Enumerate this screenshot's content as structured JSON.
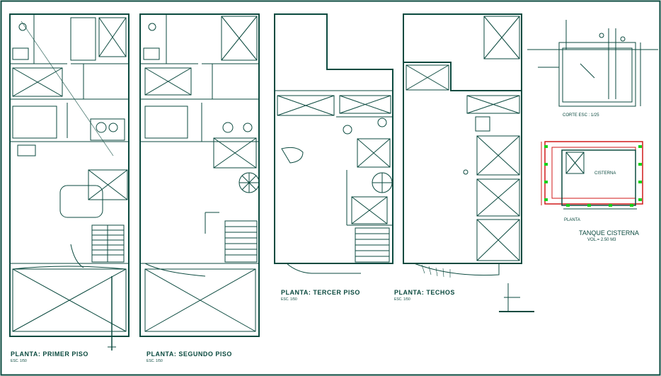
{
  "drawing": {
    "line_color": "#0b4a3f",
    "accent_red": "#d11a1a",
    "accent_green": "#19d11a",
    "accent_yellow": "#e6d21a",
    "accent_blue": "#2a4cd1"
  },
  "plans": {
    "first": {
      "title": "PLANTA: PRIMER PISO",
      "scale": "ESC. 1/50"
    },
    "second": {
      "title": "PLANTA: SEGUNDO PISO",
      "scale": "ESC. 1/50"
    },
    "third": {
      "title": "PLANTA: TERCER PISO",
      "scale": "ESC. 1/50"
    },
    "roof": {
      "title": "PLANTA: TECHOS",
      "scale": "ESC. 1/50"
    }
  },
  "cistern": {
    "section_label": "CORTE ESC : 1/25",
    "room_label": "CISTERNA",
    "plan_label": "PLANTA",
    "title": "TANQUE CISTERNA",
    "volume": "VOL.= 2.50 M3"
  }
}
